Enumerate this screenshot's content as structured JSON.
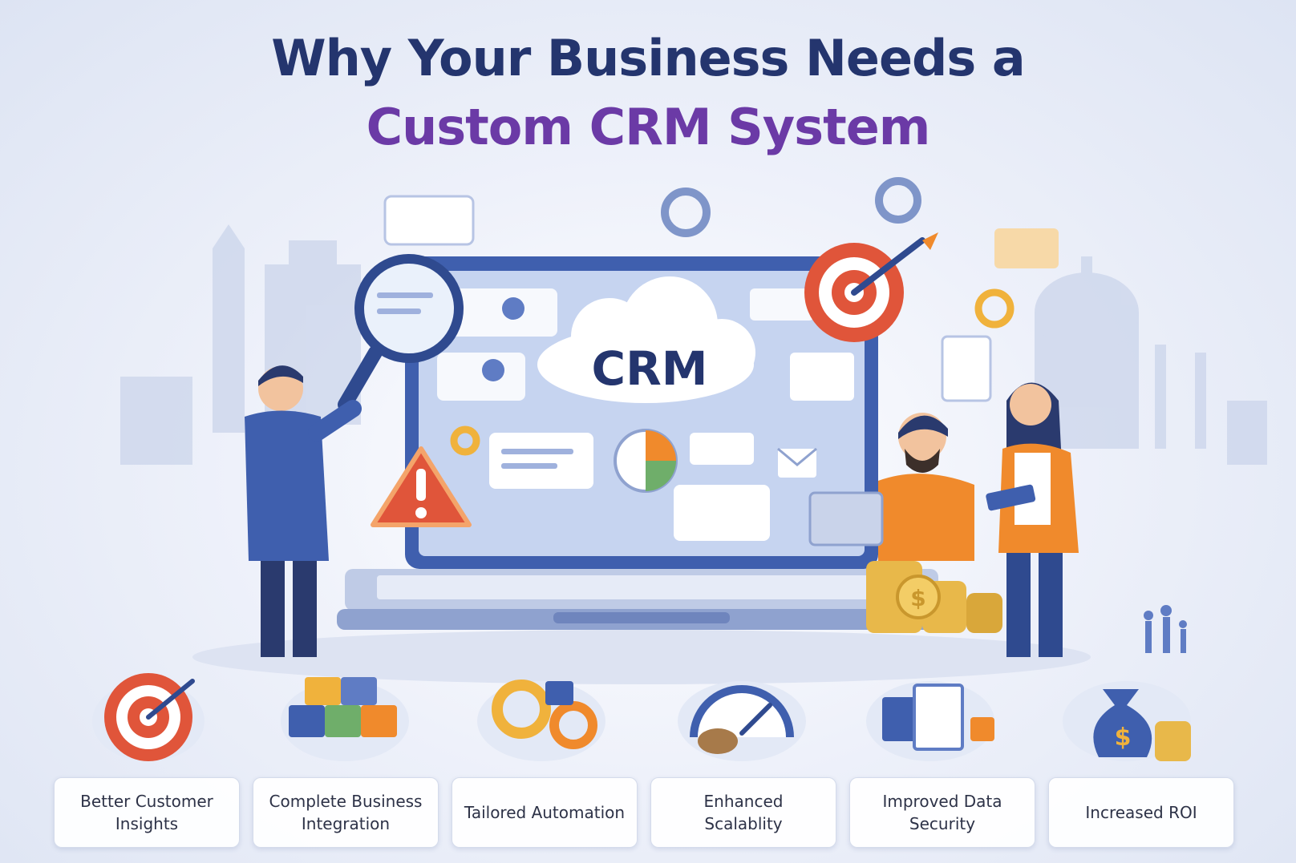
{
  "title": {
    "line1": "Why Your Business Needs a",
    "line2": "Custom CRM System"
  },
  "screen": {
    "cloud_label": "CRM"
  },
  "benefits": [
    {
      "label": "Better Customer Insights",
      "icon": "target-icon"
    },
    {
      "label": "Complete Business Integration",
      "icon": "puzzle-icon"
    },
    {
      "label": "Tailored Automation",
      "icon": "gears-icon"
    },
    {
      "label": "Enhanced Scalablity",
      "icon": "speedometer-icon"
    },
    {
      "label": "Improved Data Security",
      "icon": "secure-document-icon"
    },
    {
      "label": "Increased ROI",
      "icon": "money-bag-icon"
    }
  ],
  "colors": {
    "title_primary": "#24356e",
    "title_accent": "#6b3aa6",
    "laptop_blue": "#3f5fae",
    "accent_orange": "#f08a2c",
    "target_red": "#e0553a",
    "coin_gold": "#e8b84a"
  }
}
